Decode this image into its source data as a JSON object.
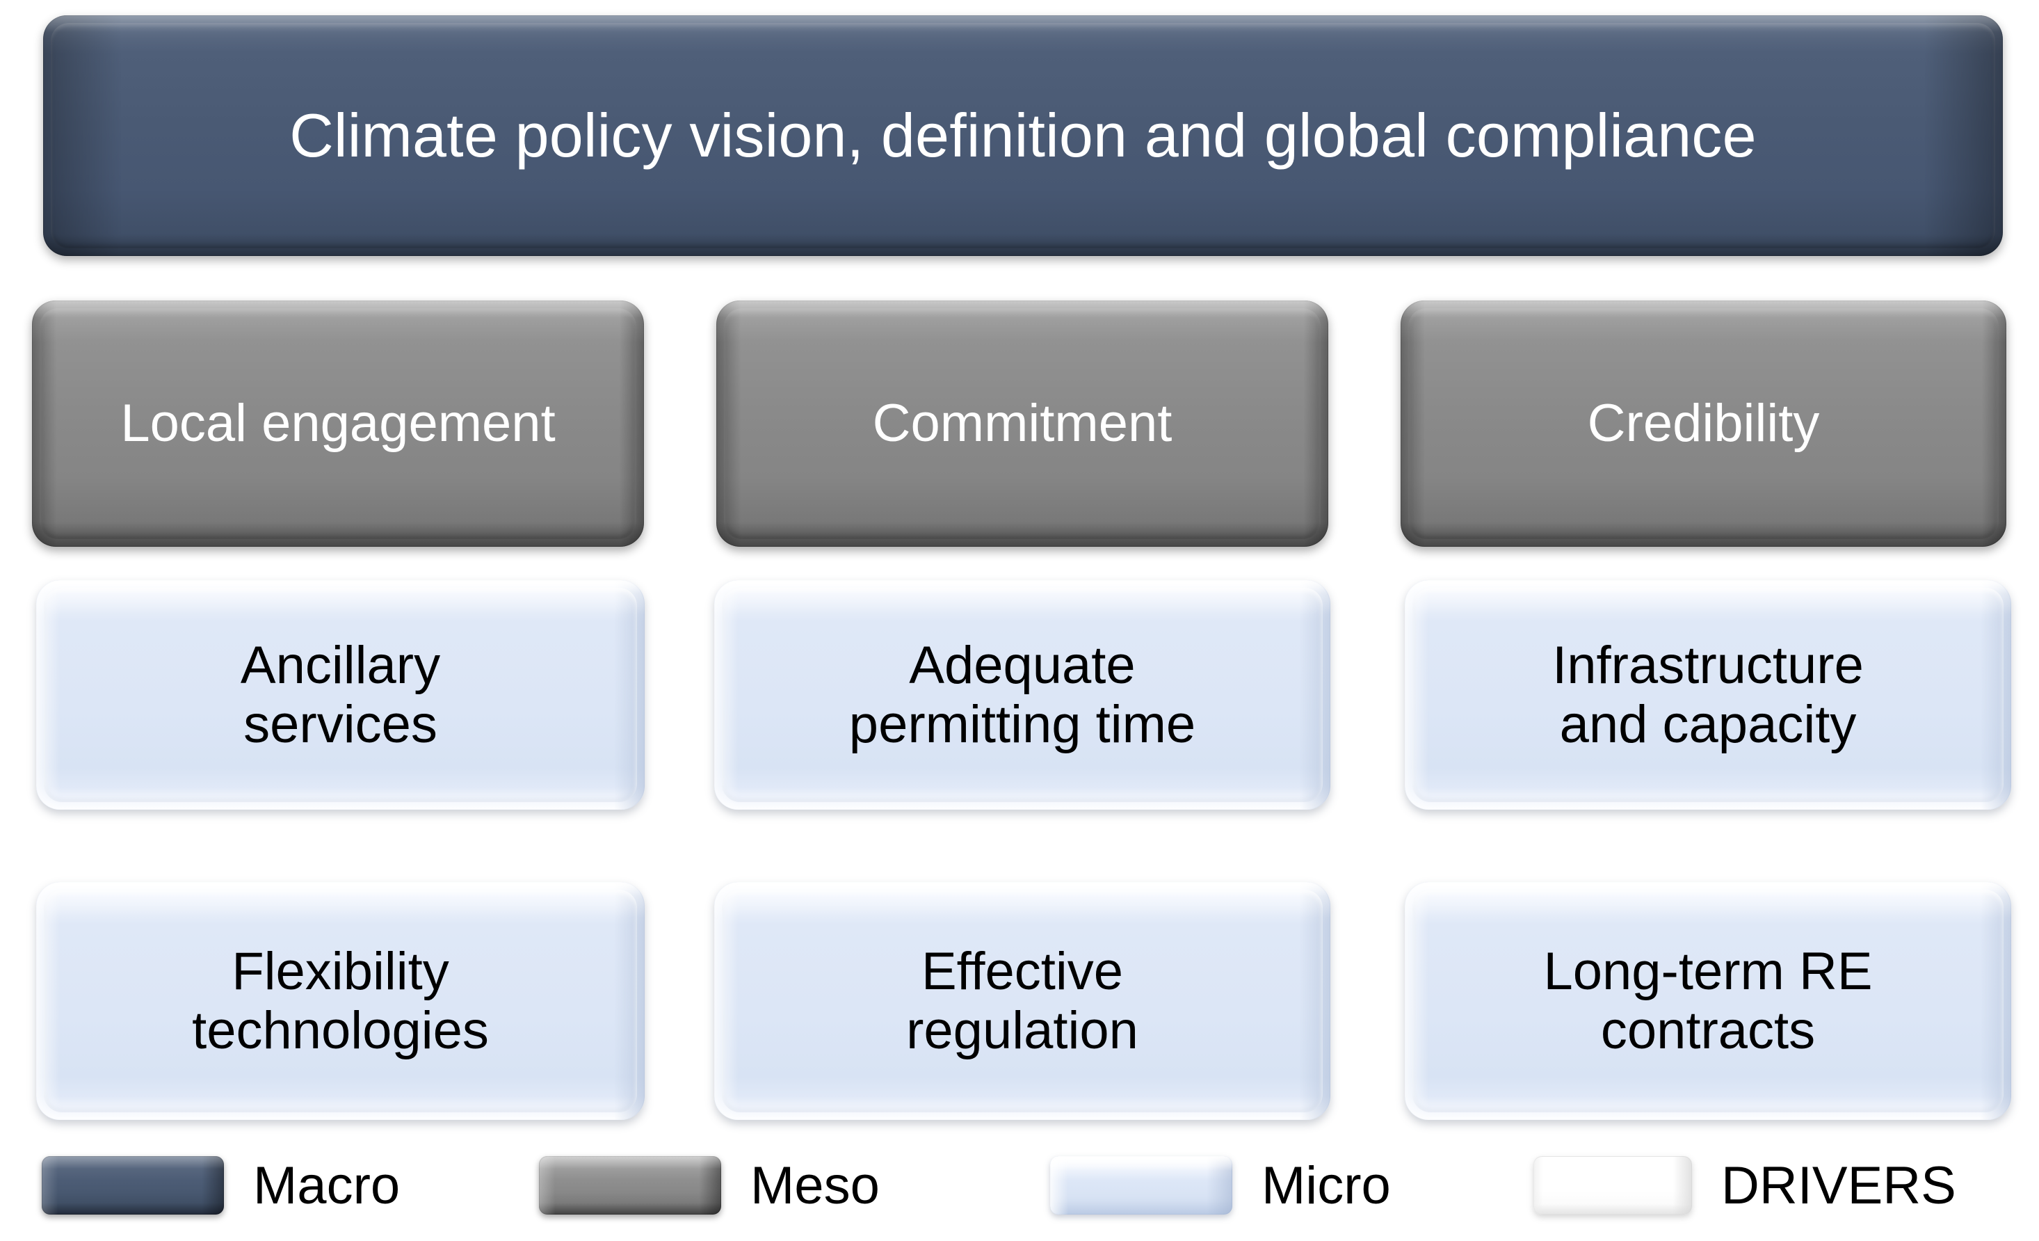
{
  "diagram": {
    "title": "Climate policy vision, definition and global compliance",
    "levels": {
      "macro": "Macro",
      "meso": "Meso",
      "micro": "Micro",
      "drivers": "DRIVERS"
    },
    "macro_banner": {
      "text": "Climate policy vision, definition and global compliance",
      "level": "Macro",
      "color": "#4a5a74"
    },
    "columns": [
      {
        "meso": "Local engagement",
        "micro": [
          "Ancillary\nservices",
          "Flexibility\ntechnologies"
        ]
      },
      {
        "meso": "Commitment",
        "micro": [
          "Adequate\npermitting time",
          "Effective\nregulation"
        ]
      },
      {
        "meso": "Credibility",
        "micro": [
          "Infrastructure\nand capacity",
          "Long-term RE\ncontracts"
        ]
      }
    ],
    "legend": [
      {
        "label": "Macro",
        "color": "#4a5a74",
        "swatch": "macro-swatch"
      },
      {
        "label": "Meso",
        "color": "#8a8a8a",
        "swatch": "meso-swatch"
      },
      {
        "label": "Micro",
        "color": "#dce6f6",
        "swatch": "micro-swatch"
      },
      {
        "label": "DRIVERS",
        "color": "#ffffff",
        "swatch": "drivers-swatch"
      }
    ]
  }
}
